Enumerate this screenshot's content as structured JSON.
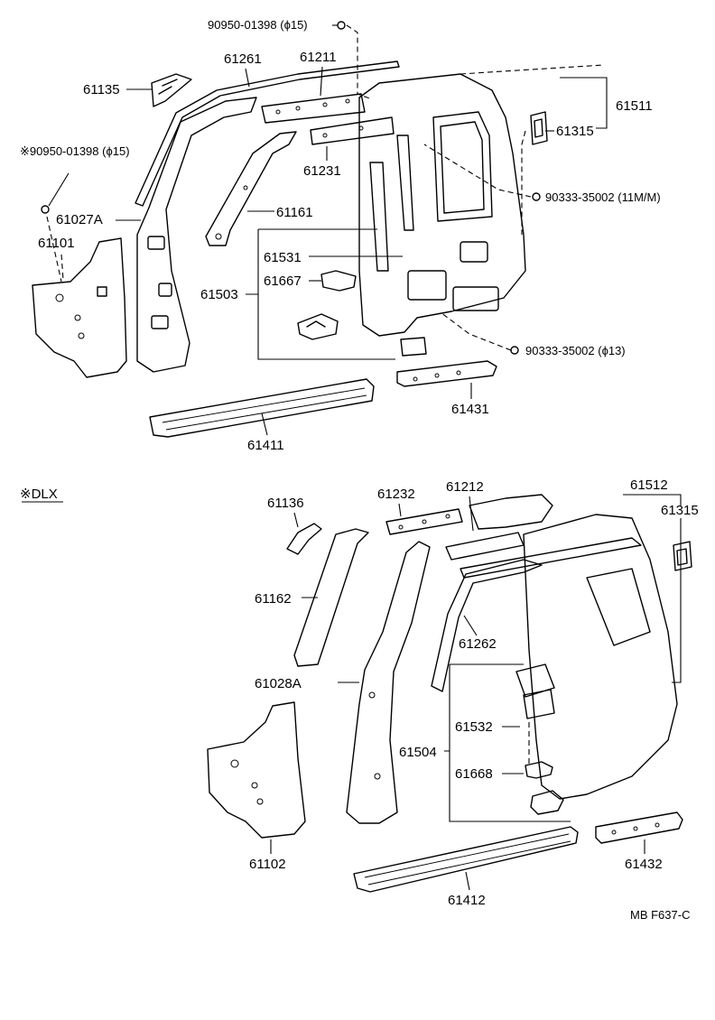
{
  "section_top": {
    "labels": {
      "bolt_top": "90950-01398 (ϕ15)",
      "bolt_left": "※90950-01398 (ϕ15)",
      "p61135": "61135",
      "p61261": "61261",
      "p61211": "61211",
      "p61511": "61511",
      "p61315": "61315",
      "p61231": "61231",
      "clip_11mm": "90333-35002 (11M/M)",
      "p61027a": "61027A",
      "p61161": "61161",
      "p61101": "61101",
      "p61531": "61531",
      "p61503": "61503",
      "p61667": "61667",
      "clip_13": "90333-35002 (ϕ13)",
      "p61431": "61431",
      "p61411": "61411"
    }
  },
  "section_bottom": {
    "variant_label": "※DLX",
    "labels": {
      "p61136": "61136",
      "p61232": "61232",
      "p61212": "61212",
      "p61512": "61512",
      "p61315": "61315",
      "p61162": "61162",
      "p61262": "61262",
      "p61028a": "61028A",
      "p61532": "61532",
      "p61504": "61504",
      "p61668": "61668",
      "p61102": "61102",
      "p61432": "61432",
      "p61412": "61412"
    }
  },
  "footer": {
    "code": "MB  F637-C"
  }
}
